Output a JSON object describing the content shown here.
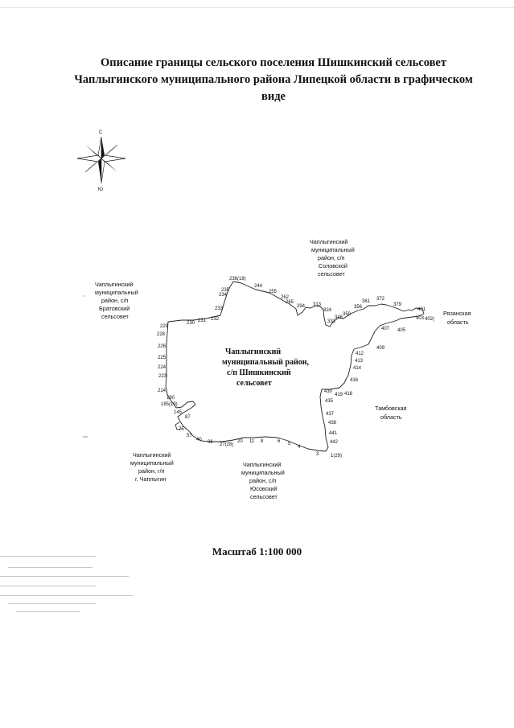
{
  "title": {
    "line1": "Описание границы сельского поселения Шишкинский сельсовет",
    "line2": "Чаплыгинского муниципального района Липецкой области в графическом",
    "line3": "виде"
  },
  "compass": {
    "north": "С",
    "south": "Ю"
  },
  "center_label": [
    "Чаплыгинский",
    "муниципальный район,",
    "с/п Шишкинский",
    "сельсовет"
  ],
  "regions": {
    "north": [
      "Чаплыгинский",
      "муниципальный",
      "район, с/п",
      "Соловской",
      "сельсовет"
    ],
    "west": [
      "Чаплыгинский",
      "муниципальный",
      "район, с/п",
      "Братовский",
      "сельсовет"
    ],
    "east_ryazan": [
      "Рязанская",
      "область"
    ],
    "east_tambov": [
      "Тамбовская",
      "область"
    ],
    "southwest": [
      "Чаплыгинский",
      "муниципальный",
      "район, г/п",
      "г. Чаплыгин"
    ],
    "south": [
      "Чаплыгинский",
      "муниципальный",
      "район, с/п",
      "Юсовский",
      "сельсовет"
    ]
  },
  "point_labels": [
    "236(18)",
    "235",
    "234",
    "244",
    "255",
    "262",
    "265",
    "294",
    "313",
    "324",
    "331",
    "346",
    "350",
    "356",
    "361",
    "372",
    "379",
    "401",
    "403",
    "402(",
    "407",
    "405",
    "409",
    "412",
    "413",
    "414",
    "416",
    "418",
    "419",
    "430",
    "435",
    "437",
    "438",
    "441",
    "442",
    "1(29)",
    "3",
    "4",
    "5",
    "6",
    "8",
    "11",
    "20",
    "27(28)",
    "36",
    "40",
    "57",
    "75",
    "87",
    "145",
    "185(19)",
    "190",
    "214",
    "223",
    "224",
    "225",
    "226",
    "228",
    "229",
    "230",
    "231",
    "232",
    "233"
  ],
  "scale": "Масштаб 1:100 000"
}
